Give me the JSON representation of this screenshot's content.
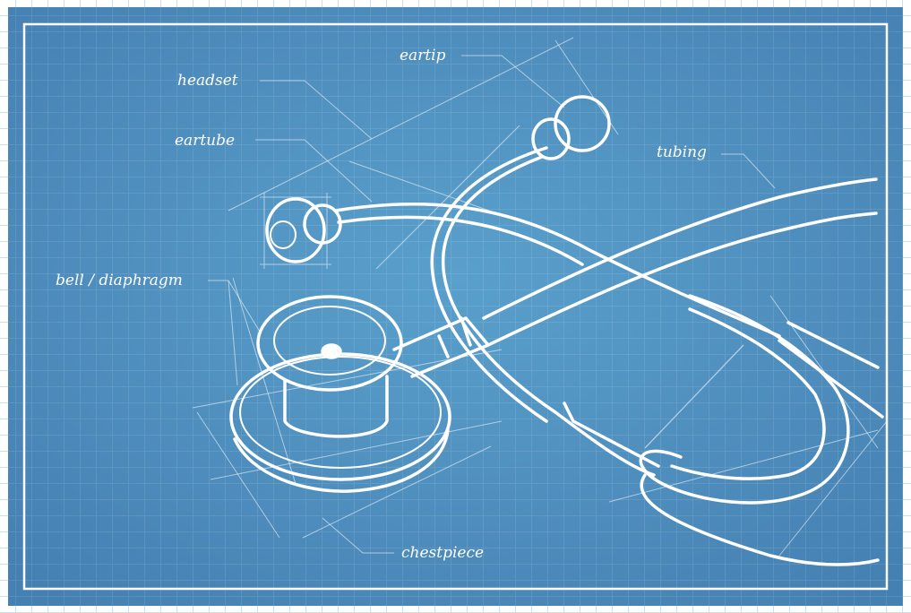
{
  "colors": {
    "background": "#4a86b6",
    "center": "#5a9dc8",
    "line": "#ffffff"
  },
  "labels": {
    "headset": "headset",
    "eartip": "eartip",
    "eartube": "eartube",
    "tubing": "tubing",
    "bell_diaphragm": "bell / diaphragm",
    "chestpiece": "chestpiece"
  }
}
